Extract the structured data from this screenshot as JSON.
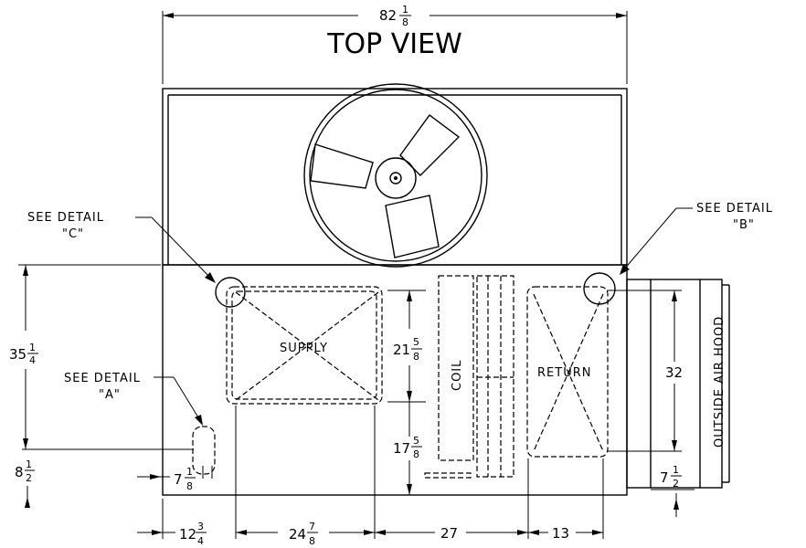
{
  "title": "TOP VIEW",
  "labels": {
    "supply": "SUPPLY",
    "return": "RETURN",
    "coil": "COIL",
    "outside_air_hood": "OUTSIDE AIR HOOD"
  },
  "callouts": {
    "detail_c_line1": "SEE DETAIL",
    "detail_c_line2": "\"C\"",
    "detail_b_line1": "SEE DETAIL",
    "detail_b_line2": "\"B\"",
    "detail_a_line1": "SEE DETAIL",
    "detail_a_line2": "\"A\""
  },
  "dimensions": {
    "overall_width": {
      "whole": "82",
      "num": "1",
      "den": "8"
    },
    "depth": {
      "whole": "35",
      "num": "1",
      "den": "4"
    },
    "supply_height": {
      "whole": "21",
      "num": "5",
      "den": "8"
    },
    "supply_offset_bottom": {
      "whole": "17",
      "num": "5",
      "den": "8"
    },
    "return_height": {
      "whole": "32"
    },
    "hood_offset": {
      "whole": "7",
      "num": "1",
      "den": "2"
    },
    "drain_offset_left": {
      "whole": "8",
      "num": "1",
      "den": "2"
    },
    "drain_width": {
      "whole": "7",
      "num": "1",
      "den": "8"
    },
    "supply_offset_left": {
      "whole": "12",
      "num": "3",
      "den": "4"
    },
    "supply_width": {
      "whole": "24",
      "num": "7",
      "den": "8"
    },
    "gap_supply_return": {
      "whole": "27"
    },
    "return_width": {
      "whole": "13"
    }
  }
}
